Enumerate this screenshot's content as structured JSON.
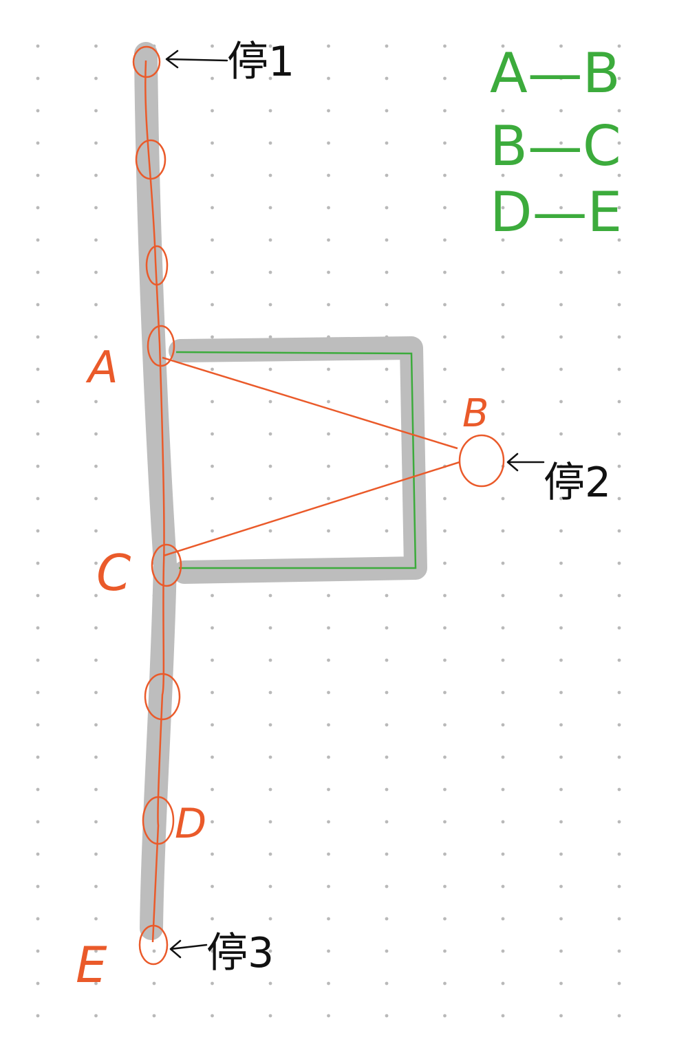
{
  "legend": {
    "color": "#3cab3c",
    "items": [
      "A—B",
      "B—C",
      "D—E"
    ]
  },
  "points": {
    "color": "#ea5a2a",
    "A": "A",
    "B": "B",
    "C": "C",
    "D": "D",
    "E": "E"
  },
  "stops": {
    "color": "#111111",
    "stop1": "停1",
    "stop2": "停2",
    "stop3": "停3"
  },
  "colors": {
    "track": "#bdbdbd",
    "dot": "#b9b9b9"
  }
}
